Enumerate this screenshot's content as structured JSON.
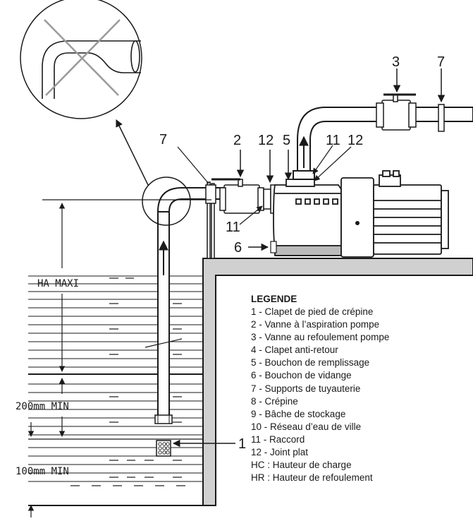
{
  "diagram": {
    "callouts": {
      "c1": "1",
      "c2": "2",
      "c3": "3",
      "c5": "5",
      "c6": "6",
      "c7_left": "7",
      "c7_right": "7",
      "c11_top": "11",
      "c11_bottom": "11",
      "c12_left": "12",
      "c12_right": "12"
    },
    "dimensions": {
      "ha_maxi": "HA MAXI",
      "min_200": "200mm MIN",
      "min_100": "100mm MIN"
    }
  },
  "legend": {
    "title": "LEGENDE",
    "items": [
      "1 - Clapet de pied de crépine",
      "2 - Vanne à l’aspiration pompe",
      "3 - Vanne au refoulement pompe",
      "4 - Clapet anti-retour",
      "5 - Bouchon de remplissage",
      "6 - Bouchon de vidange",
      "7 - Supports de tuyauterie",
      "8 - Crépine",
      "9 - Bâche de stockage",
      "10 - Réseau d’eau de ville",
      "11 - Raccord",
      "12 - Joint plat",
      "HC : Hauteur de charge",
      "HR : Hauteur de refoulement"
    ]
  }
}
